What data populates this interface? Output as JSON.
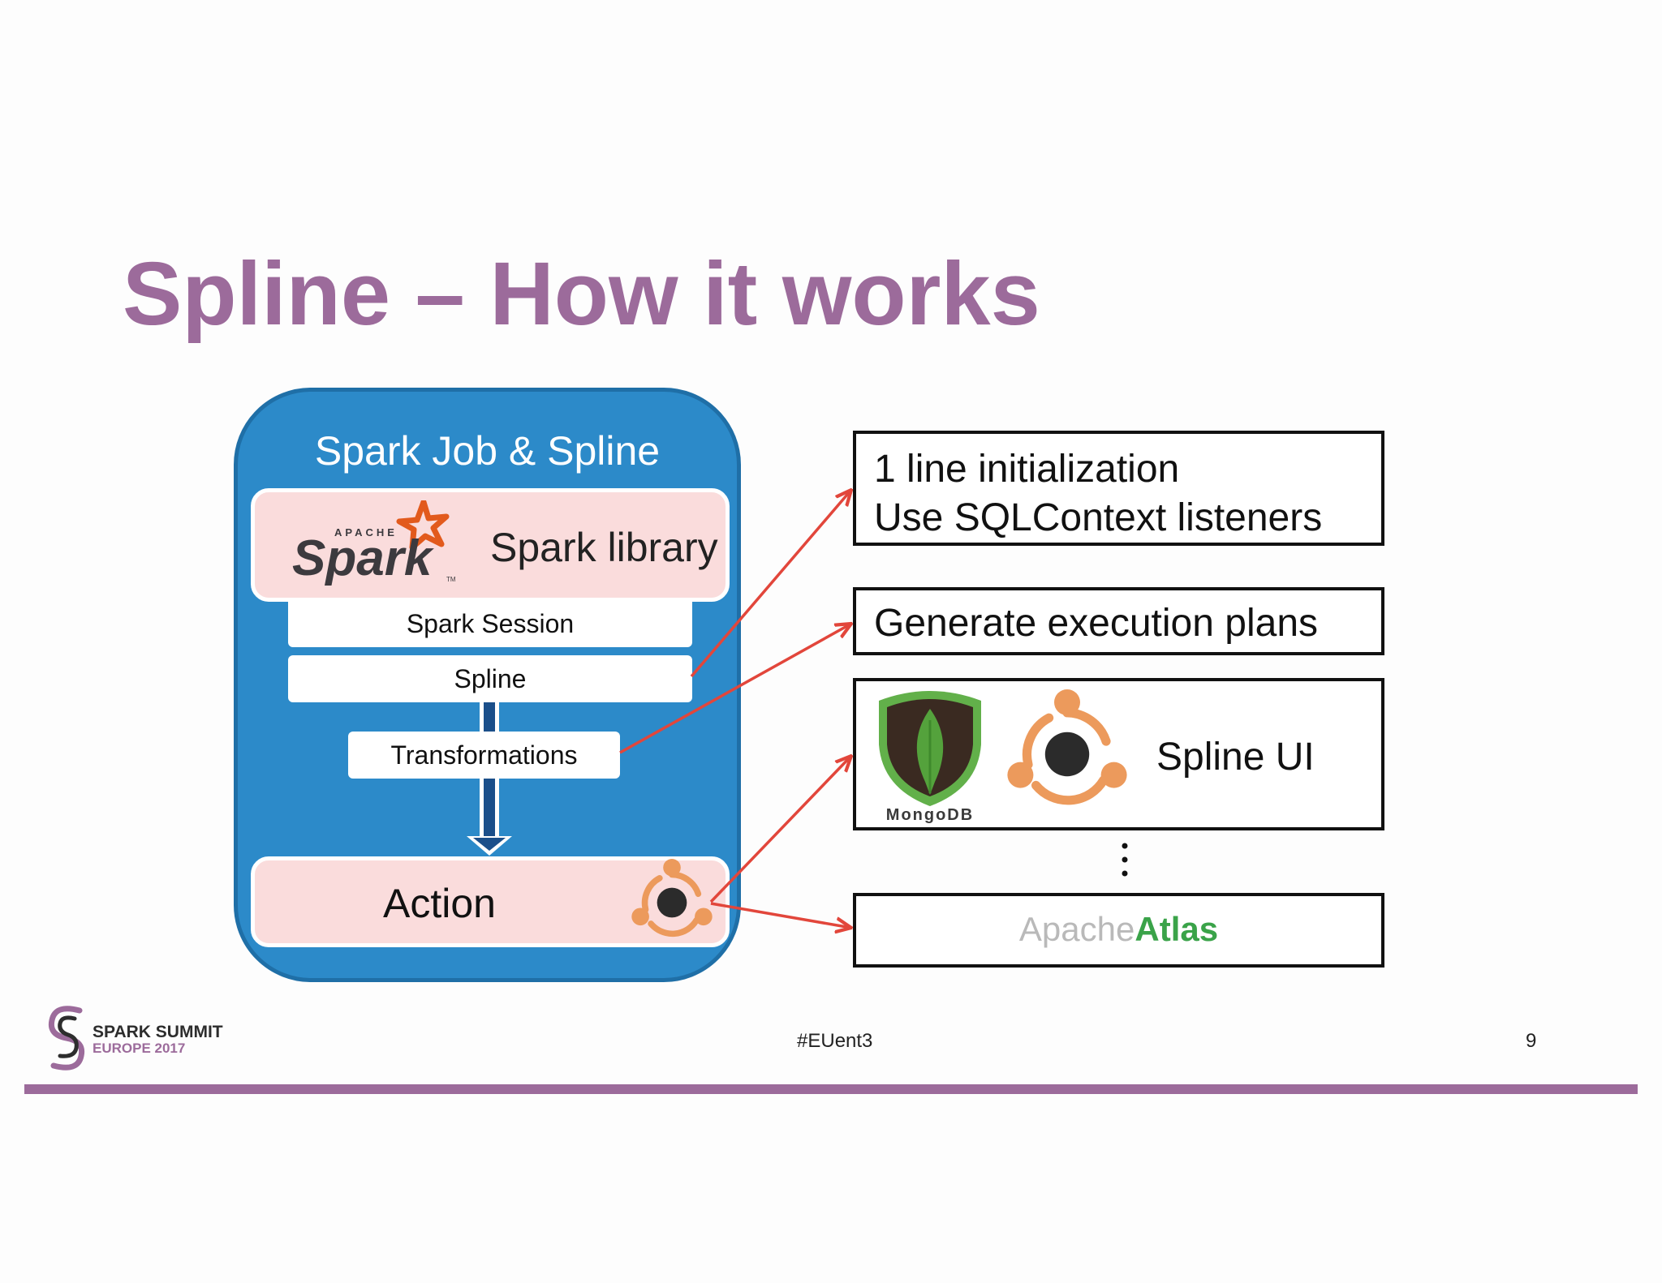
{
  "slide": {
    "title": "Spline – How it works",
    "hashtag": "#EUent3",
    "page_number": "9",
    "accent_color": "#9c6b9b"
  },
  "job_panel": {
    "title": "Spark Job & Spline",
    "library_label": "Spark library",
    "spark_logo": {
      "icon": "apache-spark-logo",
      "top_text": "APACHE",
      "wordmark": "Spark",
      "trademark": "TM"
    },
    "session_label": "Spark Session",
    "spline_label": "Spline",
    "transformations_label": "Transformations",
    "action_label": "Action",
    "action_icon": "spline-logo-icon",
    "panel_color": "#2c8ac9",
    "box_color": "#fadcdc"
  },
  "outputs": {
    "init_line1": "1 line initialization",
    "init_line2": "Use SQLContext listeners",
    "plans_label": "Generate execution plans",
    "ui_label": "Spline UI",
    "mongodb_wordmark": "MongoDB",
    "mongodb_icon": "mongodb-leaf-icon",
    "spline_ui_icon": "spline-logo-icon",
    "atlas_word1": "Apache",
    "atlas_word2": "Atlas",
    "ellipsis_icon": "vertical-ellipsis-icon",
    "connector_color": "#e2463b"
  },
  "footer": {
    "logo_icon": "spark-summit-logo",
    "summit_line1": "SPARK SUMMIT",
    "summit_line2": "EUROPE 2017"
  }
}
